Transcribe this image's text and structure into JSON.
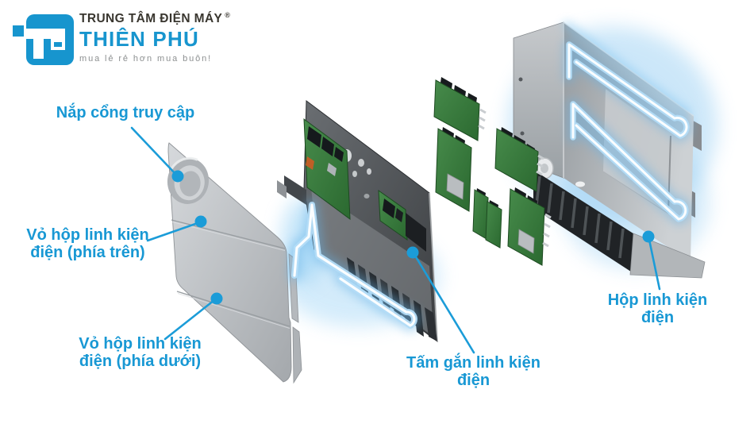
{
  "logo": {
    "line1": "TRUNG TÂM ĐIỆN MÁY",
    "registered_mark": "®",
    "brand_name": "THIÊN PHÚ",
    "tagline": "mua lẻ rẻ hơn mua buôn!",
    "colors": {
      "brand_blue": "#1795ce",
      "heading_dark": "#39362f",
      "tagline_gray": "#8d9091"
    }
  },
  "diagram": {
    "accent_blue": "#1b9cd8",
    "glow_blue": "#88c7f1",
    "callouts": [
      {
        "id": "access-port-cover",
        "text": "Nắp cổng truy cập"
      },
      {
        "id": "upper-cover",
        "line1": "Vỏ hộp linh kiện",
        "line2": "điện (phía trên)"
      },
      {
        "id": "lower-cover",
        "line1": "Vỏ hộp linh kiện",
        "line2": "điện (phía dưới)"
      },
      {
        "id": "mounting-plate",
        "text": "Tấm gắn linh kiện điện"
      },
      {
        "id": "component-box",
        "text": "Hộp linh kiện điện"
      }
    ]
  }
}
